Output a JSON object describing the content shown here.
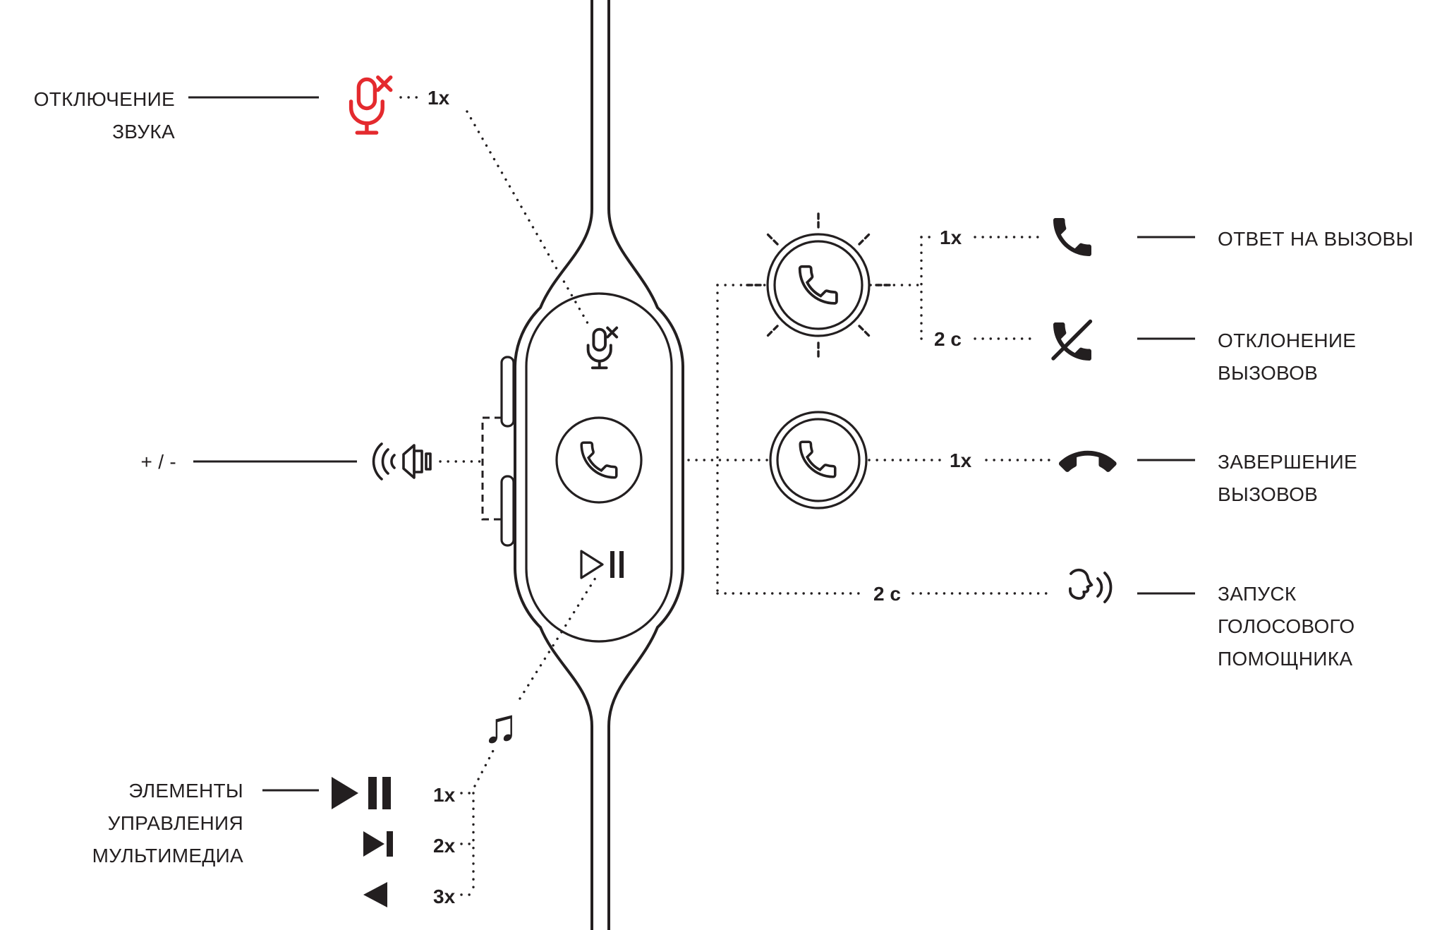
{
  "colors": {
    "ink": "#231f20",
    "accent_red": "#e42a2e"
  },
  "left": {
    "mute_label_1": "ОТКЛЮЧЕНИЕ",
    "mute_label_2": "ЗВУКА",
    "mute_tap": "1x",
    "volume_label": "+ / -",
    "media_label_1": "ЭЛЕМЕНТЫ",
    "media_label_2": "УПРАВЛЕНИЯ",
    "media_label_3": "МУЛЬТИМЕДИА",
    "media_taps": {
      "play_pause": "1x",
      "next": "2x",
      "previous": "3x"
    }
  },
  "right": {
    "answer": {
      "tap": "1x",
      "label": "ОТВЕТ НА ВЫЗОВЫ"
    },
    "reject": {
      "tap": "2 с",
      "label_1": "ОТКЛОНЕНИЕ",
      "label_2": "ВЫЗОВОВ"
    },
    "end": {
      "tap": "1x",
      "label_1": "ЗАВЕРШЕНИЕ",
      "label_2": "ВЫЗОВОВ"
    },
    "assistant": {
      "tap": "2 с",
      "label_1": "ЗАПУСК",
      "label_2": "ГОЛОСОВОГО",
      "label_3": "ПОМОЩНИКА"
    }
  },
  "music_note": "♫"
}
